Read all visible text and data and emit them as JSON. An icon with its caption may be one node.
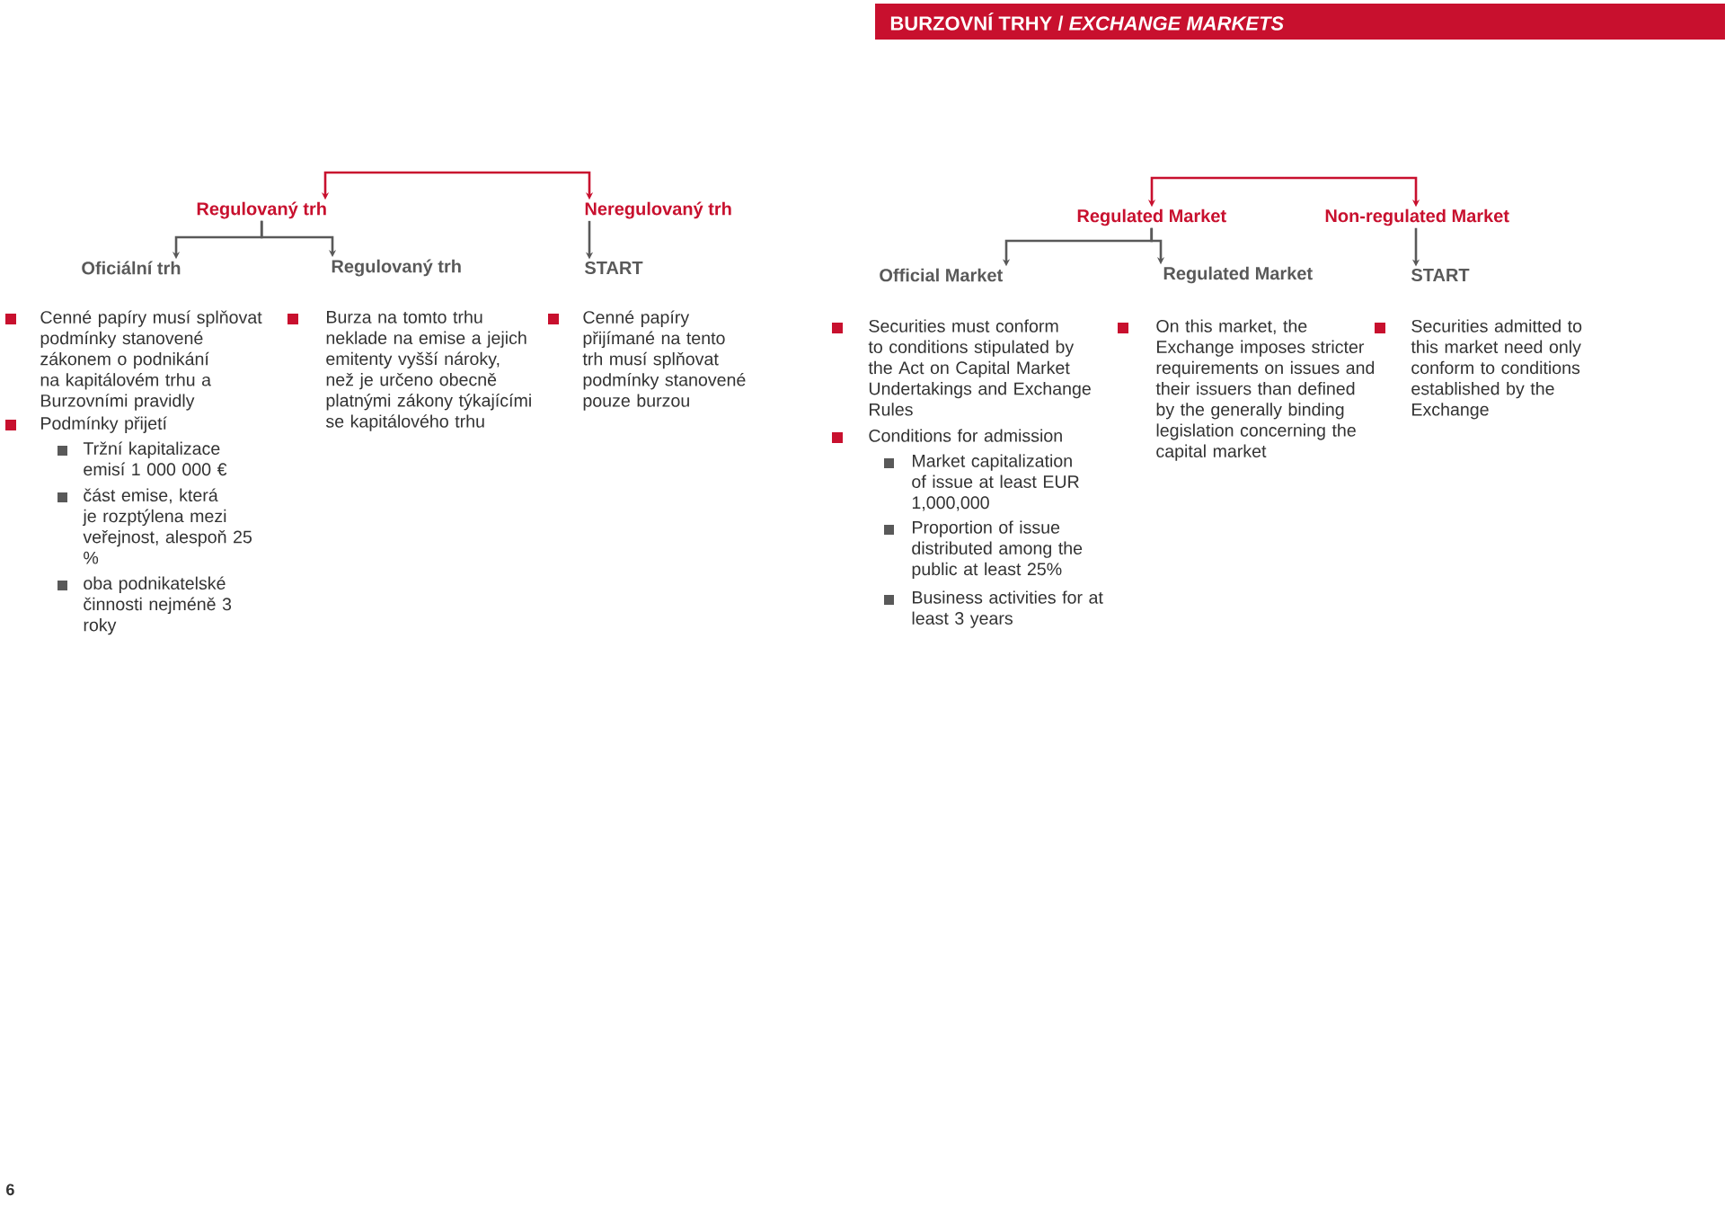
{
  "diagram": {
    "title": "BURZOVNÍ TRHY / *EXCHANGE MARKETS*",
    "nodes": [
      {
        "text": [
          "Regulovaný trh"
        ]
      },
      {
        "text": [
          "Neregulovaný trh"
        ]
      },
      {
        "text": [
          "Oficiální trh"
        ]
      },
      {
        "text": [
          "Regulovaný trh"
        ]
      },
      {
        "text": [
          "START"
        ]
      },
      {
        "text": [
          "Regulated Market"
        ]
      },
      {
        "text": [
          "Non-regulated Market"
        ]
      },
      {
        "text": [
          "Official Market"
        ]
      },
      {
        "text": [
          "Regulated Market"
        ]
      },
      {
        "text": [
          "START"
        ]
      }
    ],
    "edges": [
      {
        "from": null,
        "to": 0,
        "arrow": "to",
        "color": "#c8102e"
      },
      {
        "from": null,
        "to": 1,
        "arrow": "to",
        "color": "#c8102e"
      },
      {
        "from": 0,
        "to": 2,
        "arrow": "to"
      },
      {
        "from": 0,
        "to": 3,
        "arrow": "to"
      },
      {
        "from": 1,
        "to": 4,
        "arrow": "to"
      },
      {
        "from": null,
        "to": 5,
        "arrow": "to",
        "color": "#c8102e"
      },
      {
        "from": null,
        "to": 6,
        "arrow": "to",
        "color": "#c8102e"
      },
      {
        "from": 5,
        "to": 7,
        "arrow": "to"
      },
      {
        "from": 5,
        "to": 8,
        "arrow": "to"
      },
      {
        "from": 6,
        "to": 9,
        "arrow": "to"
      }
    ],
    "labels": [
      "Cenné papíry musí splňovat podmínky stanovené zákonem o podnikání na kapitálovém trhu a Burzovními pravidly",
      "Podmínky přijetí",
      "Tržní kapitalizace emisí 1 000 000 €",
      "část emise, která je rozptýlena mezi veřejnost, alespoň 25 %",
      "oba podnikatelské činnosti nejméně 3 roky",
      "Burza na tomto trhu neklade na emise a jejich emitenty vyšší nároky, než je určeno obecně platnými zákony týkajícími se kapitálového trhu",
      "Cenné papíry přijímané na tento trh musí splňovat podmínky stanovené pouze burzou",
      "Securities must conform to conditions stipulated by the Act on Capital Market Undertakings and Exchange Rules",
      "Conditions for admission",
      "Market capitalization of issue at least EUR 1,000,000",
      "Proportion of issue distributed among the public at least 25%",
      "Business activities for at least 3 years",
      "On this market, the Exchange imposes stricter requirements on issues and their issuers than defined by the generally binding legislation concerning the capital market",
      "Securities admitted to this market need only conform to conditions established by the Exchange",
      "6"
    ]
  }
}
